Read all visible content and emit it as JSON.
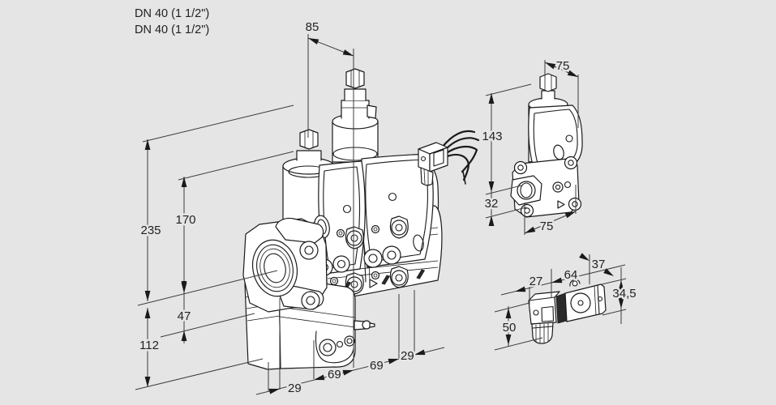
{
  "colors": {
    "background": "#e5e5e5",
    "line": "#1a1a1a",
    "dimension_line": "#3c3c3c",
    "text": "#222222",
    "fill": "#ffffff"
  },
  "labels": {
    "dn_line1": "DN 40 (1 1/2\")",
    "dn_line2": "DN 40 (1 1/2\")"
  },
  "main_view": {
    "description": "double solenoid valve, isometric view",
    "dimensions": {
      "d85": "85",
      "d235": "235",
      "d170": "170",
      "d47": "47",
      "d112": "112",
      "d29a": "29",
      "d69a": "69",
      "d69b": "69",
      "d29b": "29"
    }
  },
  "side_view": {
    "description": "single solenoid valve, isometric view",
    "dimensions": {
      "d75top": "75",
      "d143": "143",
      "d32": "32",
      "d75bot": "75"
    }
  },
  "detail_view": {
    "description": "pilot solenoid side view",
    "dimensions": {
      "d27": "27",
      "d64": "64",
      "d37": "37",
      "d34_5": "34,5",
      "d50": "50"
    }
  }
}
